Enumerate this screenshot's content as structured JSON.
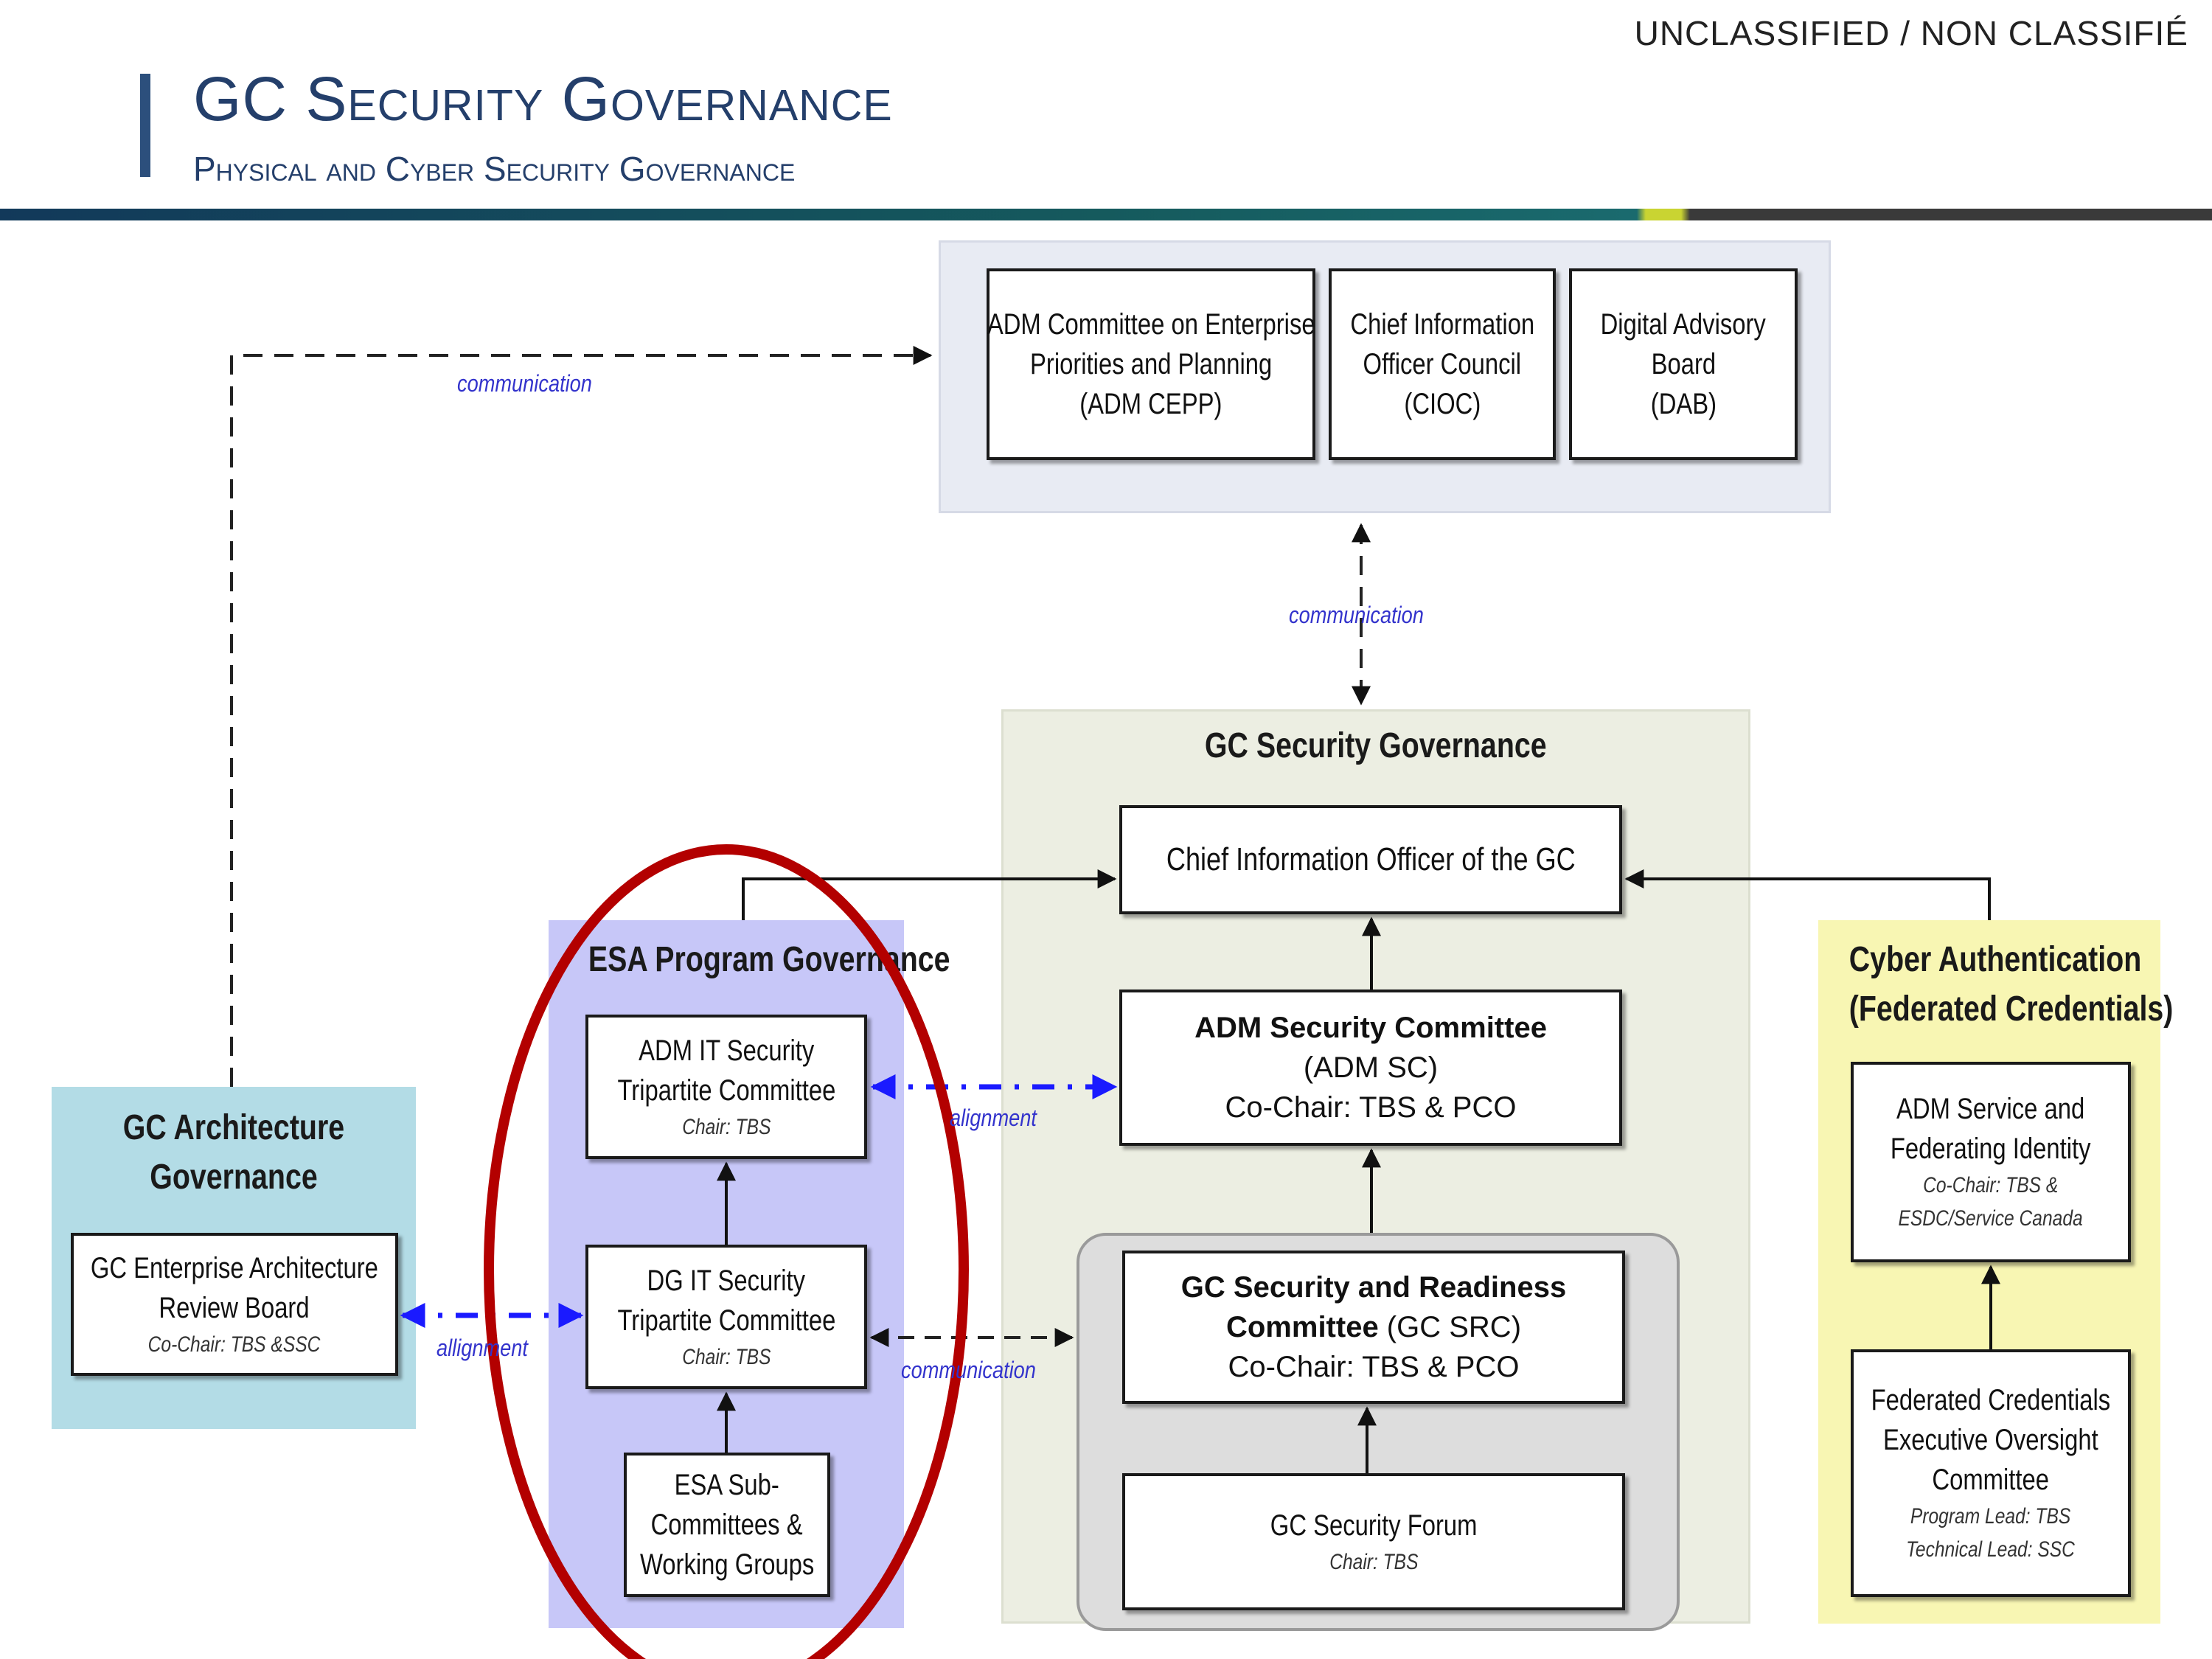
{
  "header": {
    "classification": "UNCLASSIFIED / NON CLASSIFIÉ",
    "title": "GC Security Governance",
    "subtitle": "Physical and Cyber Security Governance"
  },
  "top_group": {
    "boxes": [
      {
        "lines": [
          "ADM Committee on Enterprise",
          "Priorities and Planning",
          "(ADM CEPP)"
        ]
      },
      {
        "lines": [
          "Chief Information",
          "Officer Council",
          "(CIOC)"
        ]
      },
      {
        "lines": [
          "Digital Advisory",
          "Board",
          "(DAB)"
        ]
      }
    ]
  },
  "gc_security": {
    "heading": "GC Security Governance",
    "cio": "Chief Information Officer of the GC",
    "adm_sc": {
      "name": "ADM Security Committee",
      "abbr": "(ADM SC)",
      "chair": "Co-Chair: TBS & PCO"
    },
    "srC": {
      "name1": "GC Security and Readiness",
      "name2_bold": "Committee",
      "name2_rest": " (GC SRC)",
      "chair": "Co-Chair: TBS & PCO"
    },
    "forum": {
      "name": "GC Security Forum",
      "chair": "Chair: TBS"
    }
  },
  "esa": {
    "heading": "ESA Program Governance",
    "adm_it": {
      "lines": [
        "ADM IT Security",
        "Tripartite Committee"
      ],
      "chair": "Chair: TBS"
    },
    "dg_it": {
      "lines": [
        "DG IT Security",
        "Tripartite Committee"
      ],
      "chair": "Chair: TBS"
    },
    "subs": {
      "lines": [
        "ESA Sub-",
        "Committees &",
        "Working Groups"
      ]
    }
  },
  "arch": {
    "heading_lines": [
      "GC Architecture",
      "Governance"
    ],
    "board": {
      "lines": [
        "GC Enterprise Architecture",
        "Review Board"
      ],
      "chair": "Co-Chair: TBS &SSC"
    }
  },
  "cyber": {
    "heading_lines": [
      "Cyber Authentication",
      "(Federated Credentials)"
    ],
    "adm_service": {
      "lines": [
        "ADM Service and",
        "Federating Identity"
      ],
      "chair_lines": [
        "Co-Chair: TBS &",
        "ESDC/Service Canada"
      ]
    },
    "fed_cred": {
      "lines": [
        "Federated Credentials",
        "Executive Oversight",
        "Committee"
      ],
      "lead_lines": [
        "Program Lead: TBS",
        "Technical Lead: SSC"
      ]
    }
  },
  "connectors": {
    "communication": "communication",
    "alignment": "alignment",
    "allignment": "allignment"
  },
  "colors": {
    "title_blue": "#243f6b",
    "link_blue": "#3333cc",
    "dashed_blue": "#1a1aff",
    "highlight_red": "#b30000"
  }
}
